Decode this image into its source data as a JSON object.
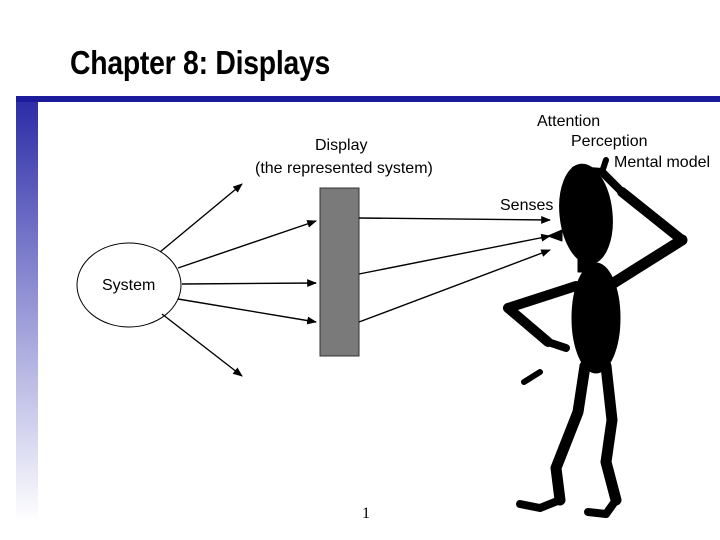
{
  "slide": {
    "title": "Chapter 8: Displays",
    "page_number": "1"
  },
  "diagram": {
    "system_label": "System",
    "display_label_line1": "Display",
    "display_label_line2": "(the represented system)",
    "senses_label": "Senses",
    "attention_label": "Attention",
    "perception_label": "Perception",
    "mental_model_label": "Mental model"
  },
  "colors": {
    "accent_bar": "#1b1b9c",
    "display_fill": "#7a7a7a",
    "figure": "#000000"
  }
}
